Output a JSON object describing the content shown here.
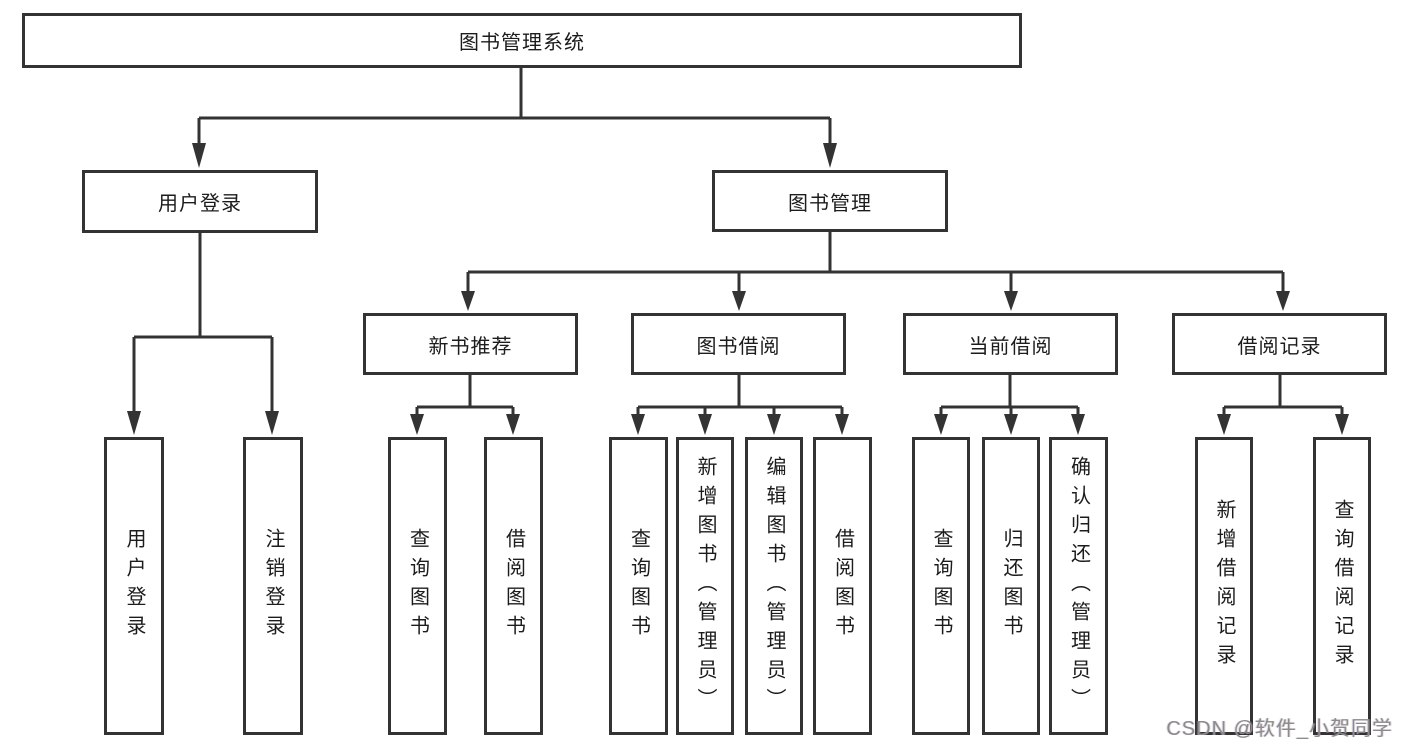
{
  "diagram": {
    "root": {
      "label": "图书管理系统"
    },
    "level2": [
      {
        "label": "用户登录"
      },
      {
        "label": "图书管理"
      }
    ],
    "level3": [
      {
        "label": "新书推荐"
      },
      {
        "label": "图书借阅"
      },
      {
        "label": "当前借阅"
      },
      {
        "label": "借阅记录"
      }
    ],
    "leaves": [
      {
        "label": "用户登录"
      },
      {
        "label": "注销登录"
      },
      {
        "label": "查询图书"
      },
      {
        "label": "借阅图书"
      },
      {
        "label": "查询图书"
      },
      {
        "label": "新增图书（管理员）"
      },
      {
        "label": "编辑图书（管理员）"
      },
      {
        "label": "借阅图书"
      },
      {
        "label": "查询图书"
      },
      {
        "label": "归还图书"
      },
      {
        "label": "确认归还（管理员）"
      },
      {
        "label": "新增借阅记录"
      },
      {
        "label": "查询借阅记录"
      }
    ]
  },
  "watermark": {
    "text": "CSDN @软件_小贺同学"
  },
  "colors": {
    "line": "#333333",
    "border": "#333333",
    "text": "#1c1c1c",
    "watermark": "#8c8c8c",
    "background": "#ffffff"
  }
}
